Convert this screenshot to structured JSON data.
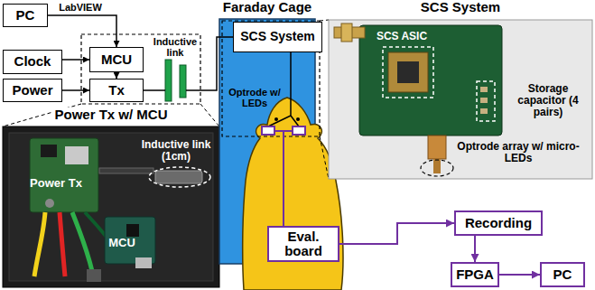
{
  "diagram": {
    "nodes": [
      {
        "text": [
          "PC"
        ]
      },
      {
        "text": [
          "MCU"
        ]
      },
      {
        "text": [
          "Clock"
        ]
      },
      {
        "text": [
          "Tx"
        ]
      },
      {
        "text": [
          "Power"
        ]
      },
      {
        "text": [
          "Faraday Cage"
        ]
      },
      {
        "text": [
          "SCS System"
        ],
        "in": 5
      },
      {
        "text": [
          "Power Tx w/ MCU"
        ]
      },
      {
        "text": [
          "SCS System"
        ]
      },
      {
        "text": [
          "Eval. board"
        ]
      },
      {
        "text": [
          "Recording"
        ]
      },
      {
        "text": [
          "FPGA"
        ]
      },
      {
        "text": [
          "PC"
        ]
      }
    ],
    "edges": [
      {
        "from": 0,
        "to": 1,
        "arrow": "to",
        "label": "LabVIEW"
      },
      {
        "from": 2,
        "to": 1,
        "arrow": "to"
      },
      {
        "from": 4,
        "to": 3,
        "arrow": "to"
      },
      {
        "from": 1,
        "to": 3,
        "arrow": "to"
      },
      {
        "from": 3,
        "to": 6,
        "arrow": "none"
      },
      {
        "from": 9,
        "to": 10,
        "arrow": "to"
      },
      {
        "from": 10,
        "to": 11,
        "arrow": "to"
      },
      {
        "from": 11,
        "to": 12,
        "arrow": "to"
      }
    ],
    "labels": [
      "Inductive link",
      "Optrode w/ LEDs",
      "SCS ASIC",
      "Storage capacitor (4 pairs)",
      "Optrode array w/ micro-LEDs",
      "Power Tx",
      "Inductive link (1cm)",
      "MCU"
    ]
  }
}
